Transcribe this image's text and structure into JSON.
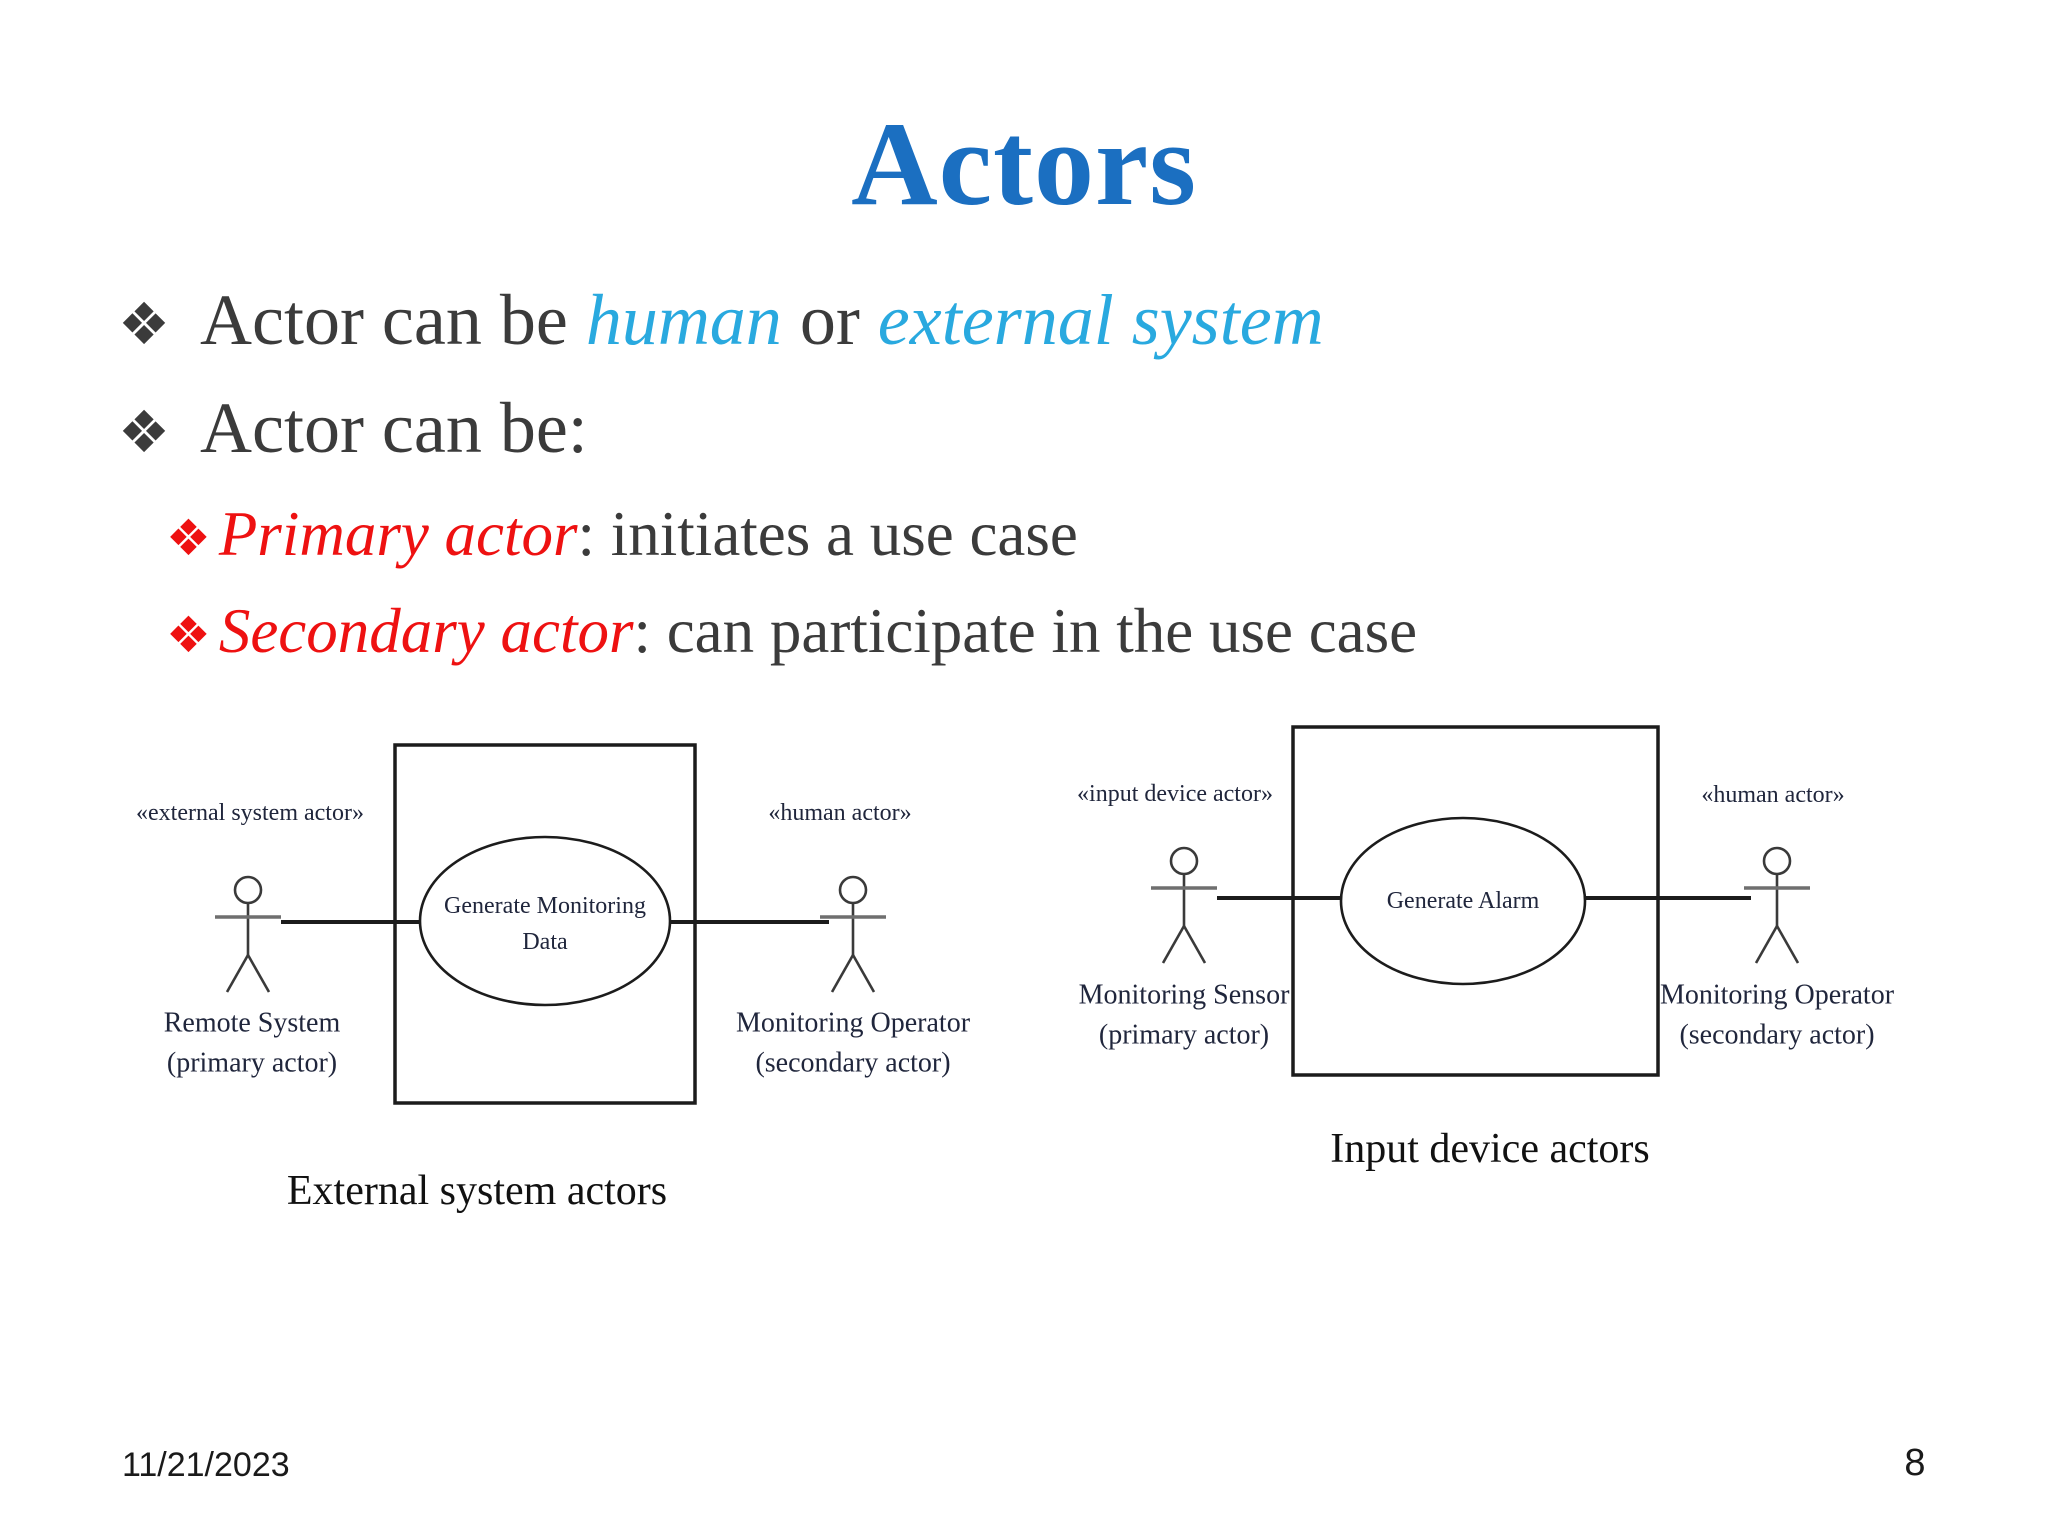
{
  "slide": {
    "title": "Actors",
    "date": "11/21/2023",
    "page_number": "8"
  },
  "bullets": {
    "marker": "❖",
    "b1_prefix": "Actor can be ",
    "b1_em1": "human",
    "b1_mid": " or ",
    "b1_em2": "external system",
    "b2": "Actor can be:",
    "sb1_em": "Primary actor",
    "sb1_rest": ": initiates a use case",
    "sb2_em": "Secondary actor",
    "sb2_rest": ": can participate in the use case"
  },
  "diagram_left": {
    "caption": "External system actors",
    "usecase_line1": "Generate Monitoring",
    "usecase_line2": "Data",
    "left_actor": {
      "stereotype": "«external system actor»",
      "name": "Remote System",
      "role": "(primary actor)"
    },
    "right_actor": {
      "stereotype": "«human actor»",
      "name": "Monitoring Operator",
      "role": "(secondary actor)"
    }
  },
  "diagram_right": {
    "caption": "Input device actors",
    "usecase": "Generate Alarm",
    "left_actor": {
      "stereotype": "«input device actor»",
      "name": "Monitoring Sensor",
      "role": "(primary actor)"
    },
    "right_actor": {
      "stereotype": "«human actor»",
      "name": "Monitoring Operator",
      "role": "(secondary actor)"
    }
  },
  "colors": {
    "title": "#1B6FC1",
    "em_blue": "#29A9DF",
    "em_red": "#EE1111",
    "body": "#3B3B3B"
  }
}
